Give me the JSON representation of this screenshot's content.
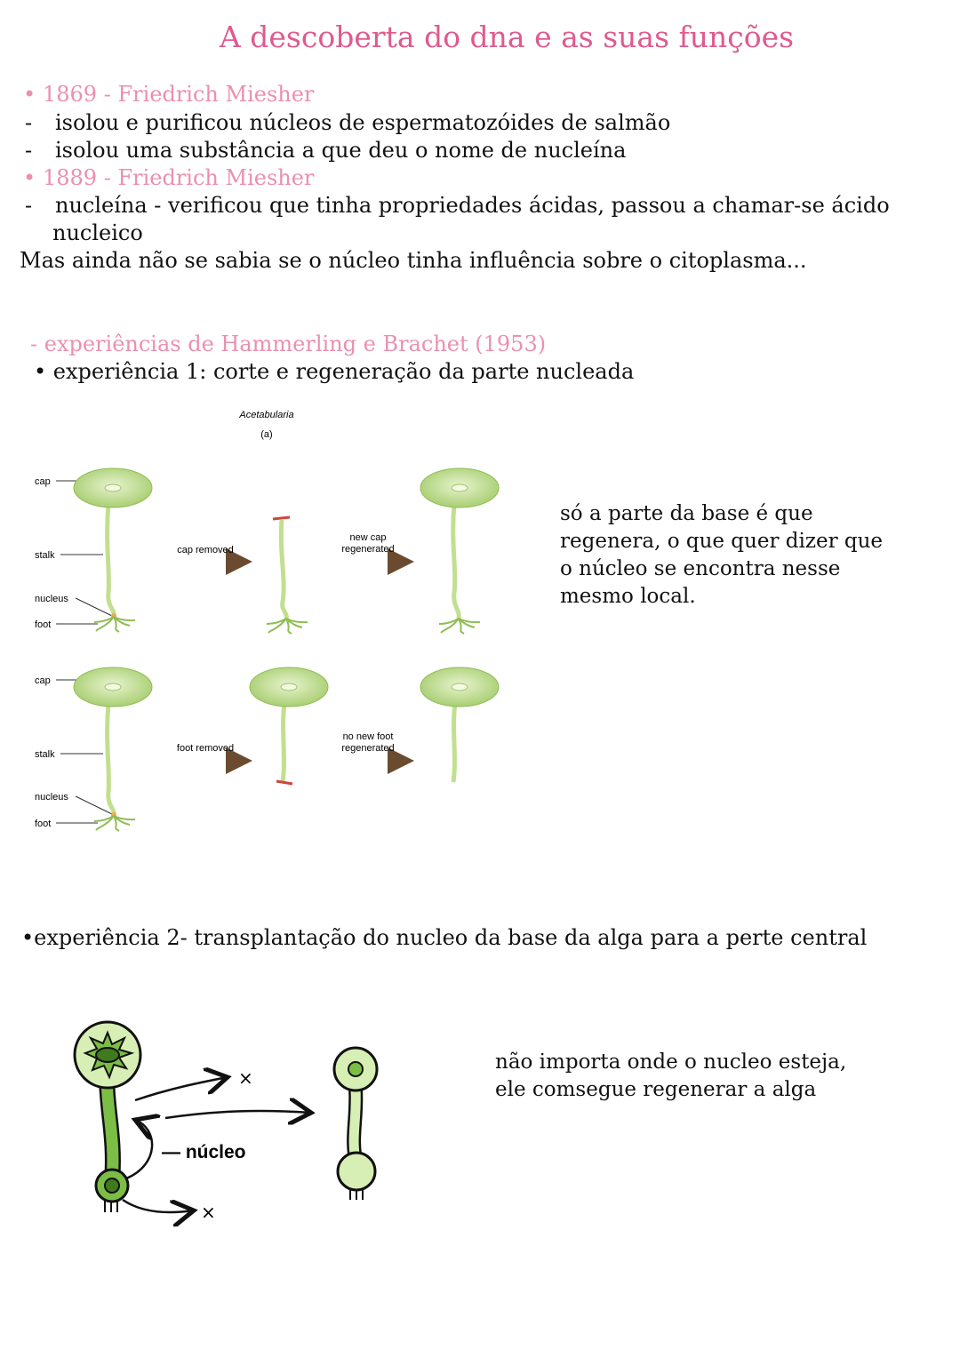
{
  "title": "A descoberta do dna e as suas funções",
  "timeline": [
    {
      "bullet": "•",
      "label": "1869  - Friedrich Miesher"
    },
    {
      "dash": "-",
      "text": "isolou e purificou núcleos de espermatozóides de salmão"
    },
    {
      "dash": "-",
      "text": "isolou uma substância a que deu o nome de nucleína"
    },
    {
      "bullet": "•",
      "label": "1889 - Friedrich Miesher"
    },
    {
      "dash": "-",
      "text": "nucleína - verificou que tinha propriedades ácidas, passou a chamar-se ácido",
      "text2": "nucleico"
    }
  ],
  "conclusion": "Mas ainda não se sabia se o núcleo tinha influência sobre o citoplasma...",
  "section": {
    "heading": "- experiências de Hammerling e Brachet (1953)",
    "exp1": "• experiência 1: corte e regeneração da parte nucleada",
    "exp2": "•experiência 2- transplantação do nucleo da base da alga para a perte central"
  },
  "figure1": {
    "title": "Acetabularia",
    "panel": "(a)",
    "labels": {
      "cap": "cap",
      "stalk": "stalk",
      "nucleus": "nucleus",
      "foot": "foot"
    },
    "row1": {
      "arrow1": "cap removed",
      "arrow2a": "new cap",
      "arrow2b": "regenerated"
    },
    "row2": {
      "arrow1": "foot removed",
      "arrow2a": "no new foot",
      "arrow2b": "regenerated"
    }
  },
  "note1": "só a parte da base é que regenera, o que quer dizer que o núcleo se encontra nesse mesmo local.",
  "figure2": {
    "nucleus_label": "— núcleo",
    "x1": "×",
    "x2": "×"
  },
  "note2": "não importa onde o nucleo esteja, ele comsegue regenerar a alga",
  "colors": {
    "title": "#e05a8e",
    "accent": "#ec8fb0",
    "plant": "#b5d67e",
    "arrow": "#7a5a3c",
    "cut": "#d0463c"
  }
}
